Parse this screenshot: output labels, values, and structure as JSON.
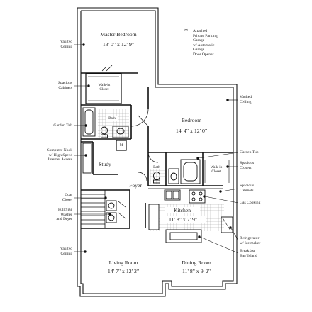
{
  "note": {
    "star": "*",
    "lines": [
      "Attached",
      "Private Parking",
      "Garage",
      "w/ Automatic",
      "Garage",
      "Door Opener"
    ]
  },
  "rooms": {
    "master": {
      "name": "Master Bedroom",
      "dim": "13' 0\" x 12' 9\""
    },
    "bedroom": {
      "name": "Bedroom",
      "dim": "14' 4\" x 12' 0\""
    },
    "study": {
      "name": "Study"
    },
    "foyer": {
      "name": "Foyer"
    },
    "kitchen": {
      "name": "Kitchen",
      "dim": "11' 8\" x 7' 9\""
    },
    "living": {
      "name": "Living Room",
      "dim": "14' 7\" x 12' 2\""
    },
    "dining": {
      "name": "Dining Room",
      "dim": "11' 8\" x 9' 2\""
    }
  },
  "small_labels": {
    "walkin1": [
      "Walk-in",
      "Closet"
    ],
    "bath1": "Bath",
    "bath2": "Bath",
    "walkin2": [
      "Walk-in",
      "Closet"
    ],
    "m": "M"
  },
  "left_callouts": [
    {
      "lines": [
        "Vaulted",
        "Ceiling"
      ]
    },
    {
      "lines": [
        "Spacious",
        "Cabinets"
      ]
    },
    {
      "lines": [
        "Garden Tub"
      ]
    },
    {
      "lines": [
        "Computer Nook",
        "w/ High Speed",
        "Internet Access"
      ]
    },
    {
      "lines": [
        "Coat",
        "Closet"
      ]
    },
    {
      "lines": [
        "Full Size",
        "Washer",
        "and Dryer"
      ]
    },
    {
      "lines": [
        "Vaulted",
        "Ceiling"
      ]
    }
  ],
  "right_callouts": [
    {
      "lines": [
        "Vaulted",
        "Ceiling"
      ]
    },
    {
      "lines": [
        "Garden Tub"
      ]
    },
    {
      "lines": [
        "Spacious",
        "Closets"
      ]
    },
    {
      "lines": [
        "Spacious",
        "Cabinets"
      ]
    },
    {
      "lines": [
        "Gas Cooking"
      ]
    },
    {
      "lines": [
        "Refrigerator",
        "w/ Ice maker"
      ]
    },
    {
      "lines": [
        "Breakfast",
        "Bar/ Island"
      ]
    }
  ]
}
